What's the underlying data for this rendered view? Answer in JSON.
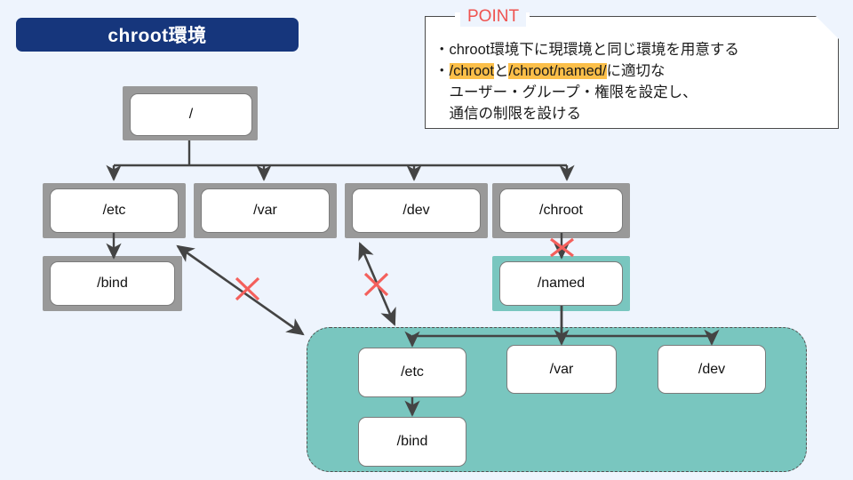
{
  "title": {
    "text": "chroot環境",
    "bg_color": "#16367c",
    "text_color": "#ffffff"
  },
  "point_callout": {
    "label": "POINT",
    "label_color": "#ef5350",
    "highlight_color": "#fcbf49",
    "lines": [
      {
        "segments": [
          {
            "text": "・chroot環境下に現環境と同じ環境を用意する",
            "highlight": false
          }
        ]
      },
      {
        "segments": [
          {
            "text": "・",
            "highlight": false
          },
          {
            "text": "/chroot",
            "highlight": true
          },
          {
            "text": "と",
            "highlight": false
          },
          {
            "text": "/chroot/named/",
            "highlight": true
          },
          {
            "text": "に適切な",
            "highlight": false
          }
        ]
      },
      {
        "segments": [
          {
            "text": "　ユーザー・グループ・権限を設定し、",
            "highlight": false
          }
        ]
      },
      {
        "segments": [
          {
            "text": "　通信の制限を設ける",
            "highlight": false
          }
        ]
      }
    ]
  },
  "host_tree": {
    "root": {
      "label": "/"
    },
    "children": [
      {
        "label": "/etc"
      },
      {
        "label": "/var"
      },
      {
        "label": "/dev"
      },
      {
        "label": "/chroot"
      }
    ],
    "etc_child": {
      "label": "/bind"
    },
    "chroot_child": {
      "label": "/named"
    }
  },
  "chroot_tree": {
    "children": [
      {
        "label": "/etc"
      },
      {
        "label": "/var"
      },
      {
        "label": "/dev"
      }
    ],
    "etc_child": {
      "label": "/bind"
    }
  },
  "colors": {
    "background": "#eef4fd",
    "teal": "#79c6bf",
    "shadow_gray": "#999999",
    "connector": "#444444",
    "block_red": "#f4605c"
  },
  "blocked_markers": [
    {
      "name": "chroot-to-named-blocked"
    },
    {
      "name": "bind-to-chroot-blocked"
    },
    {
      "name": "dev-to-chroot-blocked"
    }
  ]
}
